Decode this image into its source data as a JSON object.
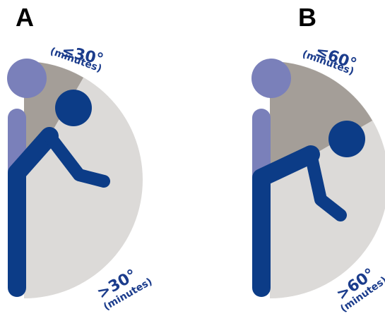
{
  "colors": {
    "dark_figure": "#0c3c87",
    "light_figure": "#7a80ba",
    "small_sector": "#a49e98",
    "large_sector": "#dcdad8",
    "label_text": "#1b3c8c"
  },
  "panels": [
    {
      "letter": "A",
      "upper_angle": "≤30°",
      "upper_unit": "(minutes)",
      "lower_angle": ">30°",
      "lower_unit": "(minutes)"
    },
    {
      "letter": "B",
      "upper_angle": "≤60°",
      "upper_unit": "(minutes)",
      "lower_angle": ">60°",
      "lower_unit": "(minutes)"
    }
  ]
}
